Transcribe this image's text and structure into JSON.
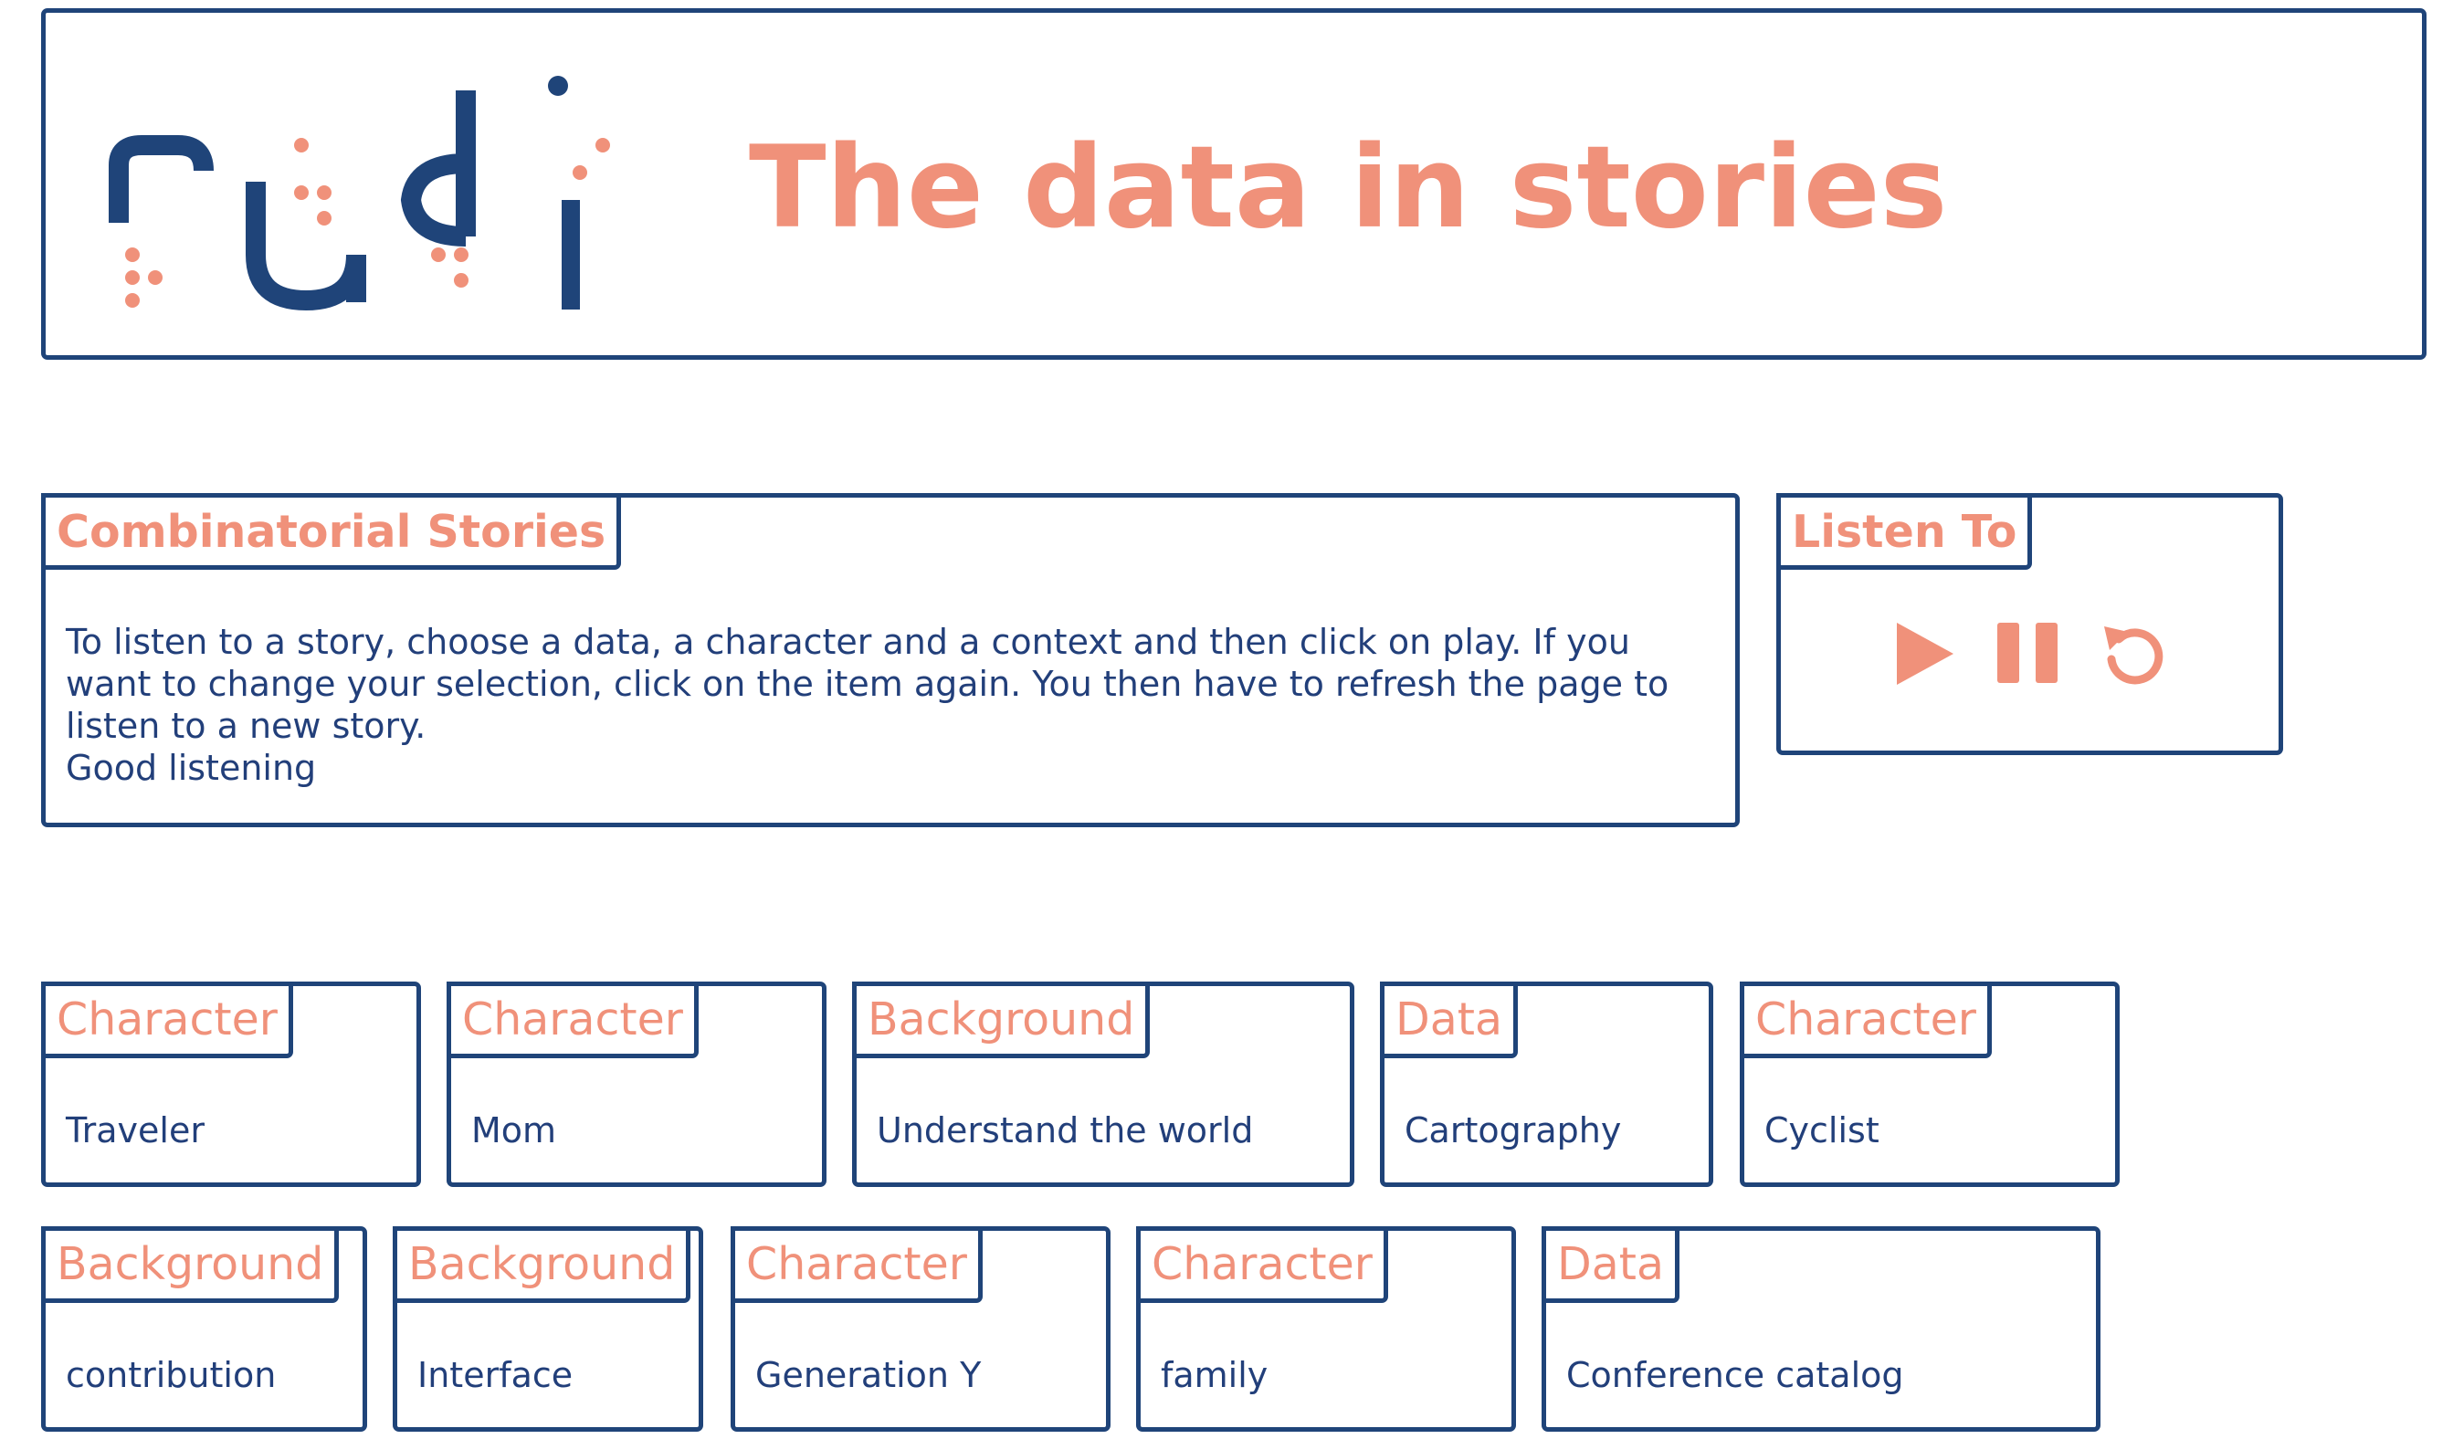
{
  "header": {
    "logo_text": "rudi",
    "title": "The data in stories"
  },
  "intro": {
    "tab_label": "Combinatorial Stories",
    "instructions": "To listen to a story, choose a data, a character and a context and then click on play. If you want to change your selection, click on the item again. You then have to refresh the page to listen to a new story.",
    "sign_off": "Good listening"
  },
  "player": {
    "tab_label": "Listen To",
    "controls": [
      {
        "icon": "play-icon"
      },
      {
        "icon": "pause-icon"
      },
      {
        "icon": "reload-icon"
      }
    ]
  },
  "colors": {
    "accent": "#f0917a",
    "navy": "#1f4479",
    "text": "#223f7a"
  },
  "cards": [
    {
      "category": "Character",
      "value": "Traveler"
    },
    {
      "category": "Character",
      "value": "Mom"
    },
    {
      "category": "Background",
      "value": "Understand the world"
    },
    {
      "category": "Data",
      "value": "Cartography"
    },
    {
      "category": "Character",
      "value": "Cyclist"
    },
    {
      "category": "Background",
      "value": "contribution"
    },
    {
      "category": "Background",
      "value": "Interface"
    },
    {
      "category": "Character",
      "value": "Generation Y"
    },
    {
      "category": "Character",
      "value": "family"
    },
    {
      "category": "Data",
      "value": "Conference catalog"
    }
  ]
}
